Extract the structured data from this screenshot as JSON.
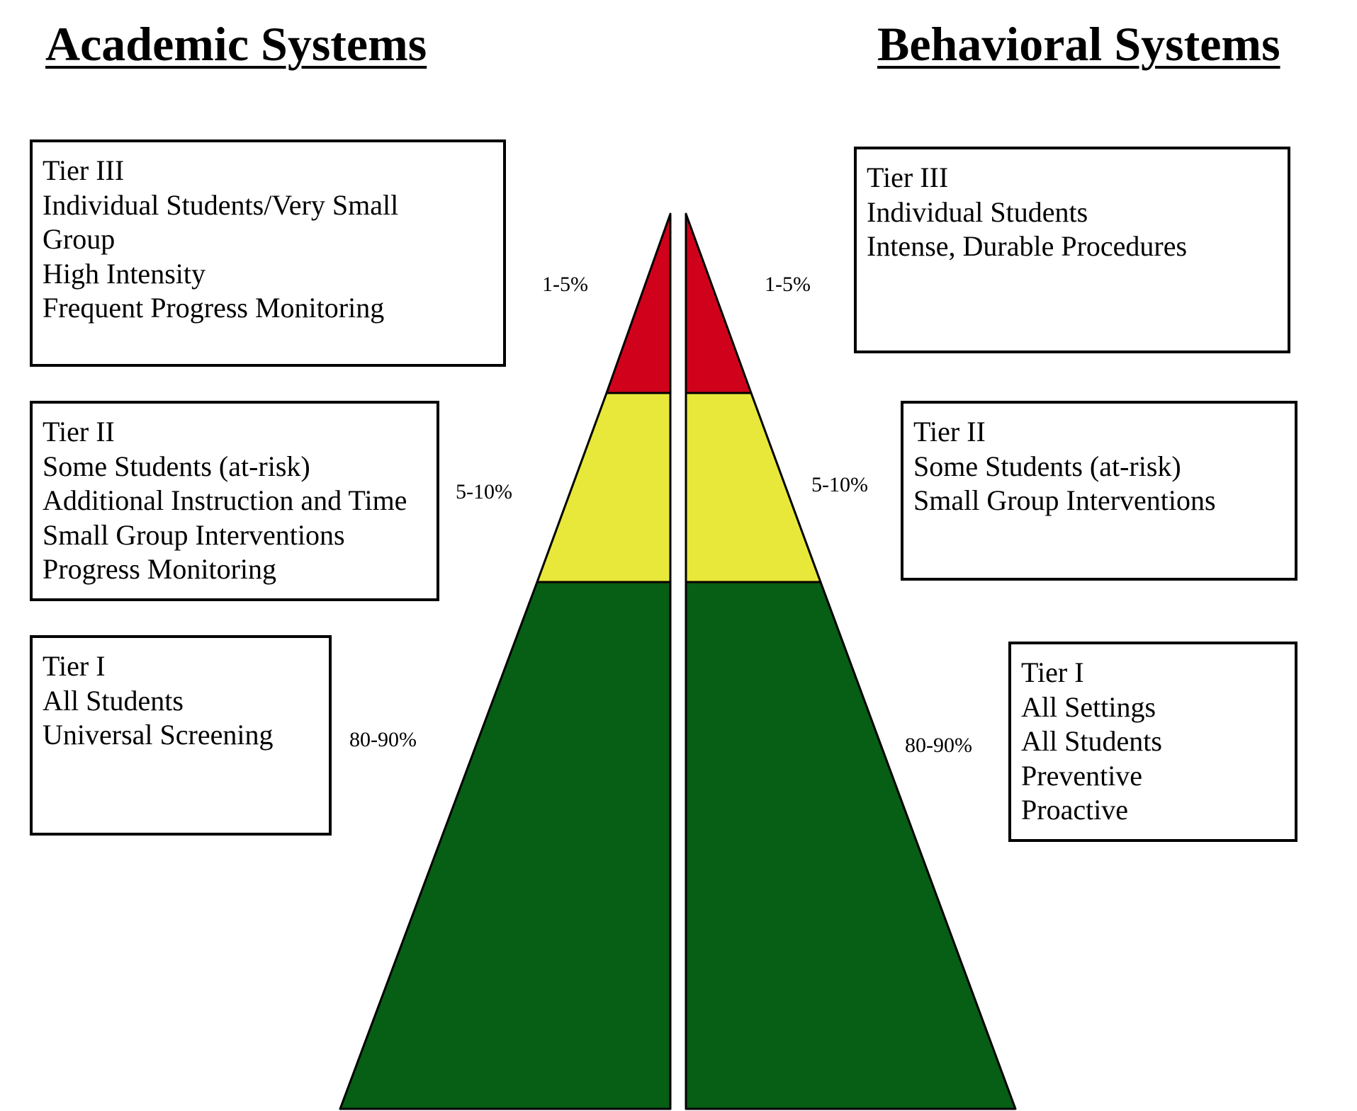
{
  "headings": {
    "academic": "Academic Systems",
    "behavioral": "Behavioral Systems"
  },
  "academic": {
    "tier3": {
      "lines": [
        "Tier III",
        "Individual Students/Very Small",
        "Group",
        "High Intensity",
        "Frequent Progress Monitoring"
      ],
      "percent": "1-5%"
    },
    "tier2": {
      "lines": [
        "Tier II",
        "Some Students (at-risk)",
        "Additional Instruction and Time",
        "Small Group Interventions",
        "Progress Monitoring"
      ],
      "percent": "5-10%"
    },
    "tier1": {
      "lines": [
        "Tier I",
        "All Students",
        "Universal Screening"
      ],
      "percent": "80-90%"
    }
  },
  "behavioral": {
    "tier3": {
      "lines": [
        "Tier III",
        "Individual Students",
        "Intense, Durable Procedures"
      ],
      "percent": "1-5%"
    },
    "tier2": {
      "lines": [
        "Tier II",
        "Some Students (at-risk)",
        "Small Group Interventions"
      ],
      "percent": "5-10%"
    },
    "tier1": {
      "lines": [
        "Tier I",
        "All Settings",
        "All Students",
        "Preventive",
        "Proactive"
      ],
      "percent": "80-90%"
    }
  },
  "colors": {
    "tier3": "#d0021b",
    "tier2": "#e8e83a",
    "tier1": "#075e15",
    "outline": "#000000"
  }
}
